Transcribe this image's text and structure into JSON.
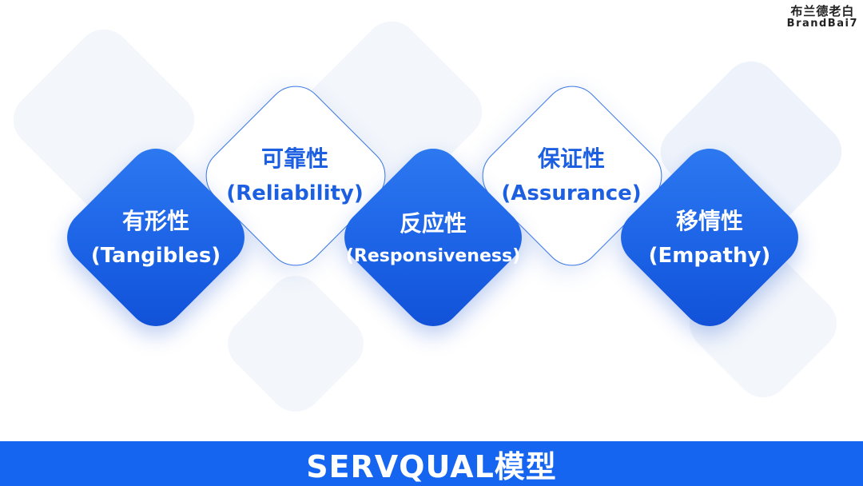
{
  "brand": {
    "cn": "布兰德老白",
    "en": "BrandBai7"
  },
  "dimensions": [
    {
      "cn": "有形性",
      "en": "(Tangibles)",
      "style": "blue"
    },
    {
      "cn": "可靠性",
      "en": "(Reliability)",
      "style": "white"
    },
    {
      "cn": "反应性",
      "en": "(Responsiveness)",
      "style": "blue"
    },
    {
      "cn": "保证性",
      "en": "(Assurance)",
      "style": "white"
    },
    {
      "cn": "移情性",
      "en": "(Empathy)",
      "style": "blue"
    }
  ],
  "footer": {
    "title": "SERVQUAL模型"
  },
  "colors": {
    "primary_blue": "#1565f0",
    "diamond_blue": "#1c63e6",
    "white_text_blue": "#1c5fe0"
  }
}
